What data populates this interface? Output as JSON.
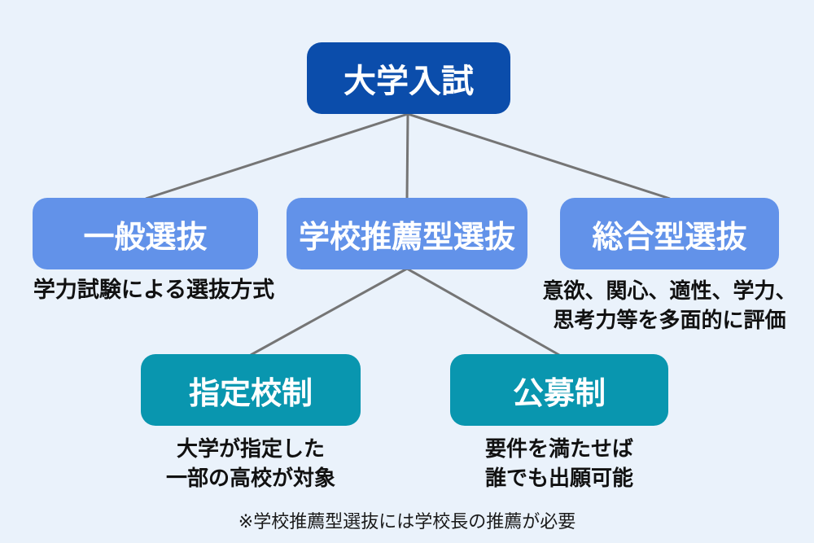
{
  "page": {
    "background_color": "#eaf2fb"
  },
  "diagram": {
    "title_node": {
      "label": "大学入試",
      "box_color": "#0b4dab"
    },
    "branches": [
      {
        "label": "一般選抜",
        "box_color": "#6292e9",
        "desc": [
          "学力試験による選抜方式"
        ]
      },
      {
        "label": "学校推薦型選抜",
        "box_color": "#6292e9",
        "desc": []
      },
      {
        "label": "総合型選抜",
        "box_color": "#6292e9",
        "desc": [
          "意欲、関心、適性、学力、",
          "思考力等を多面的に評価"
        ]
      }
    ],
    "leaves": [
      {
        "label": "指定校制",
        "box_color": "#0996af",
        "desc": [
          "大学が指定した",
          "一部の高校が対象"
        ]
      },
      {
        "label": "公募制",
        "box_color": "#0996af",
        "desc": [
          "要件を満たせば",
          "誰でも出願可能"
        ]
      }
    ],
    "footnote": "※学校推薦型選抜には学校長の推薦が必要",
    "connector_color": "#757575",
    "text_color": "#111111"
  }
}
